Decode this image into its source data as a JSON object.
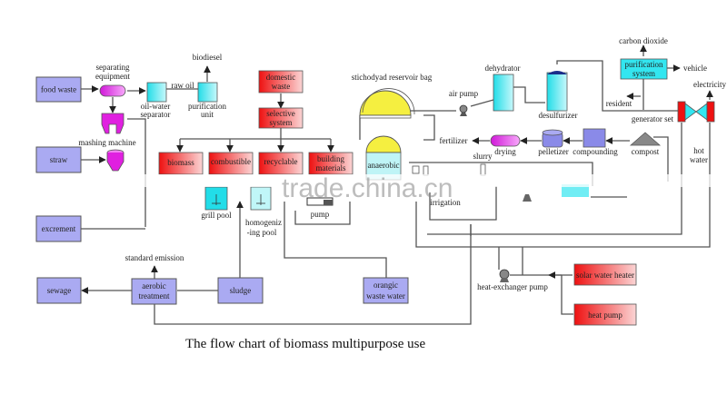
{
  "caption": "The  flow chart of biomass multipurpose use",
  "watermark": "trade.china.cn",
  "colors": {
    "blue_box": "#aaaaf2",
    "cyan": "#33e6f0",
    "magenta": "#e020e0",
    "red_start": "#ee1111",
    "red_end": "#fbd4d4",
    "yellow": "#f5ef40",
    "light_cyan": "#bff4f6",
    "line": "#555555"
  },
  "inputs": {
    "food_waste": "food waste",
    "straw": "straw",
    "excrement": "excrement",
    "sewage": "sewage",
    "sludge": "sludge",
    "orangic_waste_water": [
      "orangic",
      "waste water"
    ],
    "aerobic_treatment": [
      "aerobic",
      "treatment"
    ]
  },
  "equipment_labels": {
    "separating_equipment": [
      "separating",
      "equipment"
    ],
    "mashing_machine": "mashing machine",
    "oil_water_separator": [
      "oil-water",
      "separator"
    ],
    "raw_oil": "raw oil",
    "purification_unit": [
      "purification",
      "unit"
    ],
    "biodiesel": "biodiesel",
    "standard_emission": "standard emission",
    "grill_pool": "grill pool",
    "homogenizing_pool": [
      "homogeniz",
      "-ing pool"
    ],
    "pump": "pump"
  },
  "waste_sorting": {
    "domestic_waste": [
      "domestic",
      "waste"
    ],
    "selective_system": [
      "selective",
      "system"
    ],
    "categories": [
      "biomass",
      "combustible",
      "recyclable",
      [
        "building",
        "materials"
      ]
    ]
  },
  "biogas": {
    "reservoir_bag": "stichodyad reservoir bag",
    "anaerobic": "anaerobic",
    "air_pump": "air pump",
    "dehydrator": "dehydrator",
    "desulfurizer": "desulfurizer",
    "purification_system": [
      "purification",
      "system"
    ],
    "carbon_dioxide": "carbon dioxide",
    "vehicle": "vehicle",
    "resident": "resident",
    "generator_set": "generator set",
    "electricity": "electricity",
    "hot_water": [
      "hot",
      "water"
    ],
    "slurry": "slurry",
    "irrigation": "irrigation"
  },
  "fertilizer_line": {
    "fertilizer": "fertilizer",
    "drying": "drying",
    "pelletizer": "pelletizer",
    "compounding": "compounding",
    "compost": "compost"
  },
  "heat": {
    "heat_exchanger_pump": "heat-exchanger pump",
    "solar_water_heater": "solar water heater",
    "heat_pump": "heat pump"
  }
}
